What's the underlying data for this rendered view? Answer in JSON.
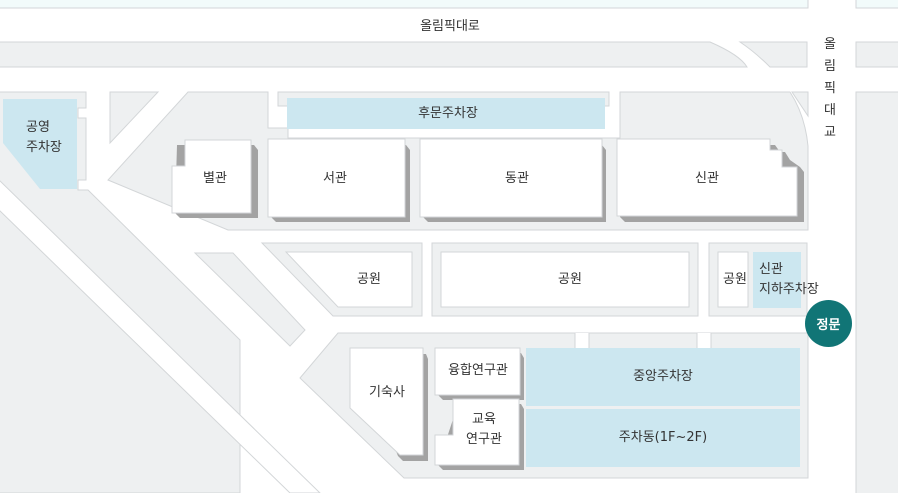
{
  "roads": {
    "olympic_daero": "올림픽대로",
    "olympic_bridge": "올림픽대교"
  },
  "buildings": {
    "byeolgwan": "별관",
    "seogwan": "서관",
    "donggwan": "동관",
    "singwan": "신관",
    "dormitory": "기숙사",
    "convergence_research": "융합연구관",
    "education_research_line1": "교육",
    "education_research_line2": "연구관"
  },
  "parking": {
    "public_line1": "공영",
    "public_line2": "주차장",
    "back_gate": "후문주차장",
    "singwan_underground_line1": "신관",
    "singwan_underground_line2": "지하주차장",
    "central": "중앙주차장",
    "parking_building": "주차동(1F~2F)"
  },
  "parks": {
    "park_left": "공원",
    "park_center": "공원",
    "park_right": "공원"
  },
  "gates": {
    "main_gate": "정문"
  },
  "colors": {
    "block": "#eef0f1",
    "block_border": "#d3d6d8",
    "building": "#ffffff",
    "building_shadow": "#a3a3a3",
    "parking": "#cce7f0",
    "top_strip": "#f2fbfb",
    "gate": "#117576"
  }
}
